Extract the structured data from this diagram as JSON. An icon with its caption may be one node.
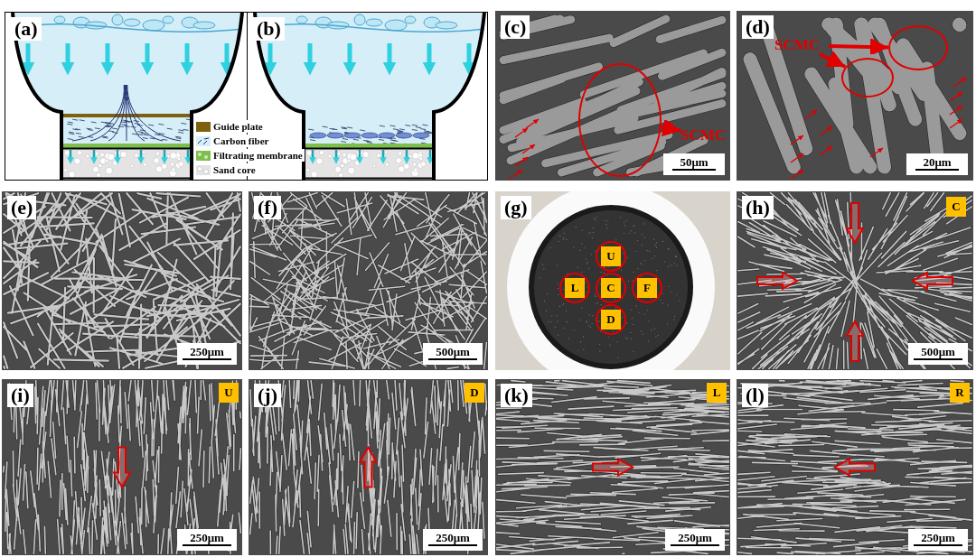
{
  "diagram": {
    "nodes": [
      {
        "text": [
          "(a)"
        ]
      },
      {
        "text": [
          "(b)"
        ]
      },
      {
        "text": [
          "(c)"
        ]
      },
      {
        "text": [
          "SCMC"
        ],
        "in": 2
      },
      {
        "text": [],
        "shape": "circle",
        "in": 2
      },
      {
        "text": [
          "50μm"
        ],
        "in": 2
      },
      {
        "text": [
          "(d)"
        ]
      },
      {
        "text": [
          "SCMC"
        ],
        "in": 6
      },
      {
        "text": [],
        "shape": "circle",
        "in": 6
      },
      {
        "text": [],
        "shape": "circle",
        "in": 6
      },
      {
        "text": [
          "20μm"
        ],
        "in": 6
      },
      {
        "text": [
          "(e)"
        ]
      },
      {
        "text": [
          "250μm"
        ],
        "in": 11
      },
      {
        "text": [
          "(f)"
        ]
      },
      {
        "text": [
          "500μm"
        ],
        "in": 13
      },
      {
        "text": [
          "(g)"
        ]
      },
      {
        "text": [
          "U"
        ],
        "in": 15
      },
      {
        "text": [
          "L"
        ],
        "in": 15
      },
      {
        "text": [
          "C"
        ],
        "in": 15
      },
      {
        "text": [
          "F"
        ],
        "in": 15
      },
      {
        "text": [
          "D"
        ],
        "in": 15
      },
      {
        "text": [
          "(h)"
        ]
      },
      {
        "text": [
          "C"
        ],
        "in": 21
      },
      {
        "text": [
          "500μm"
        ],
        "in": 21
      },
      {
        "text": [
          "(i)"
        ]
      },
      {
        "text": [
          "U"
        ],
        "in": 24
      },
      {
        "text": [
          "250μm"
        ],
        "in": 24
      },
      {
        "text": [
          "(j)"
        ]
      },
      {
        "text": [
          "D"
        ],
        "in": 27
      },
      {
        "text": [
          "250μm"
        ],
        "in": 27
      },
      {
        "text": [
          "(k)"
        ]
      },
      {
        "text": [
          "L"
        ],
        "in": 30
      },
      {
        "text": [
          "250μm"
        ],
        "in": 30
      },
      {
        "text": [
          "(l)"
        ]
      },
      {
        "text": [
          "R"
        ],
        "in": 33
      },
      {
        "text": [
          "250μm"
        ],
        "in": 33
      }
    ],
    "edges": [
      {
        "from": 4,
        "to": 3,
        "arrow": "to"
      },
      {
        "from": 7,
        "to": 8,
        "arrow": "to"
      },
      {
        "from": 7,
        "to": 9,
        "arrow": "to"
      }
    ],
    "legend": [
      {
        "text": "Guide plate",
        "color": "#7f5f10"
      },
      {
        "text": "Carbon fiber"
      },
      {
        "text": "Filtrating membrane"
      },
      {
        "text": "Sand core"
      }
    ]
  }
}
